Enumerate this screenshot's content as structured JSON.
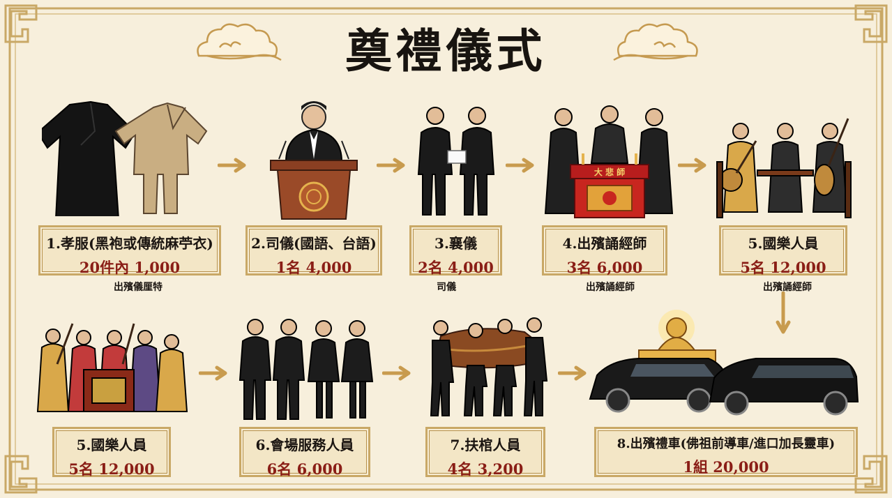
{
  "title": "奠禮儀式",
  "steps": [
    {
      "name": "1.孝服(黑袍或傳統麻苧衣)",
      "price": "20件內 1,000",
      "caption": "出殯儀厘特"
    },
    {
      "name": "2.司儀(國語、台語)",
      "price": "1名 4,000",
      "caption": ""
    },
    {
      "name": "3.襄儀",
      "price": "2名 4,000",
      "caption": "司儀"
    },
    {
      "name": "4.出殯誦經師",
      "price": "3名 6,000",
      "caption": "出殯誦經師"
    },
    {
      "name": "5.國樂人員",
      "price": "5名 12,000",
      "caption": "出殯誦經師"
    },
    {
      "name": "5.國樂人員",
      "price": "5名 12,000",
      "caption": ""
    },
    {
      "name": "6.會場服務人員",
      "price": "6名 6,000",
      "caption": ""
    },
    {
      "name": "7.扶棺人員",
      "price": "4名 3,200",
      "caption": ""
    },
    {
      "name": "8.出殯禮車(佛祖前導車/進口加長靈車)",
      "price": "1組 20,000",
      "caption": ""
    }
  ],
  "altar_banner": "大 悲 師",
  "colors": {
    "background": "#f7efdc",
    "border": "#c9a866",
    "price": "#8a1e16",
    "arrow": "#c89b4e"
  }
}
